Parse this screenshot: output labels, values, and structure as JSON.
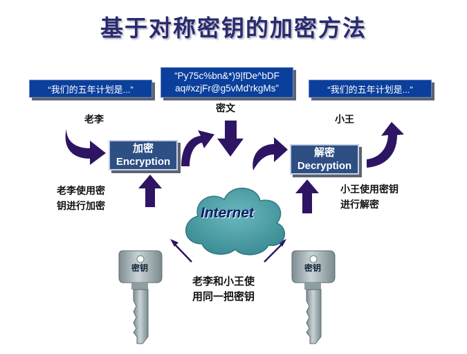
{
  "title": "基于对称密钥的加密方法",
  "plaintext_left": "“我们的五年计划是...”",
  "plaintext_right": "“我们的五年计划是...”",
  "ciphertext_lines": [
    "“Py75c%bn&*)9|fDe^bDF",
    "aq#xzjFr@g5vMd'rkgMs”"
  ],
  "label_ciphertext": "密文",
  "label_laoli": "老李",
  "label_xiaowang": "小王",
  "encrypt_box": {
    "cn": "加密",
    "en": "Encryption"
  },
  "decrypt_box": {
    "cn": "解密",
    "en": "Decryption"
  },
  "laoli_key_text": [
    "老李使用密",
    "钥进行加密"
  ],
  "xiaowang_key_text": [
    "小王使用密钥",
    "进行解密"
  ],
  "internet_label": "Internet",
  "shared_key_text": [
    "老李和小王使",
    "用同一把密钥"
  ],
  "key_left_label": "密钥",
  "key_right_label": "密钥",
  "colors": {
    "box_blue": "#0b3f9c",
    "arrow_dark": "#2e1563",
    "cloud": "#4a9da4",
    "key_steel": "#9aa9ad"
  }
}
